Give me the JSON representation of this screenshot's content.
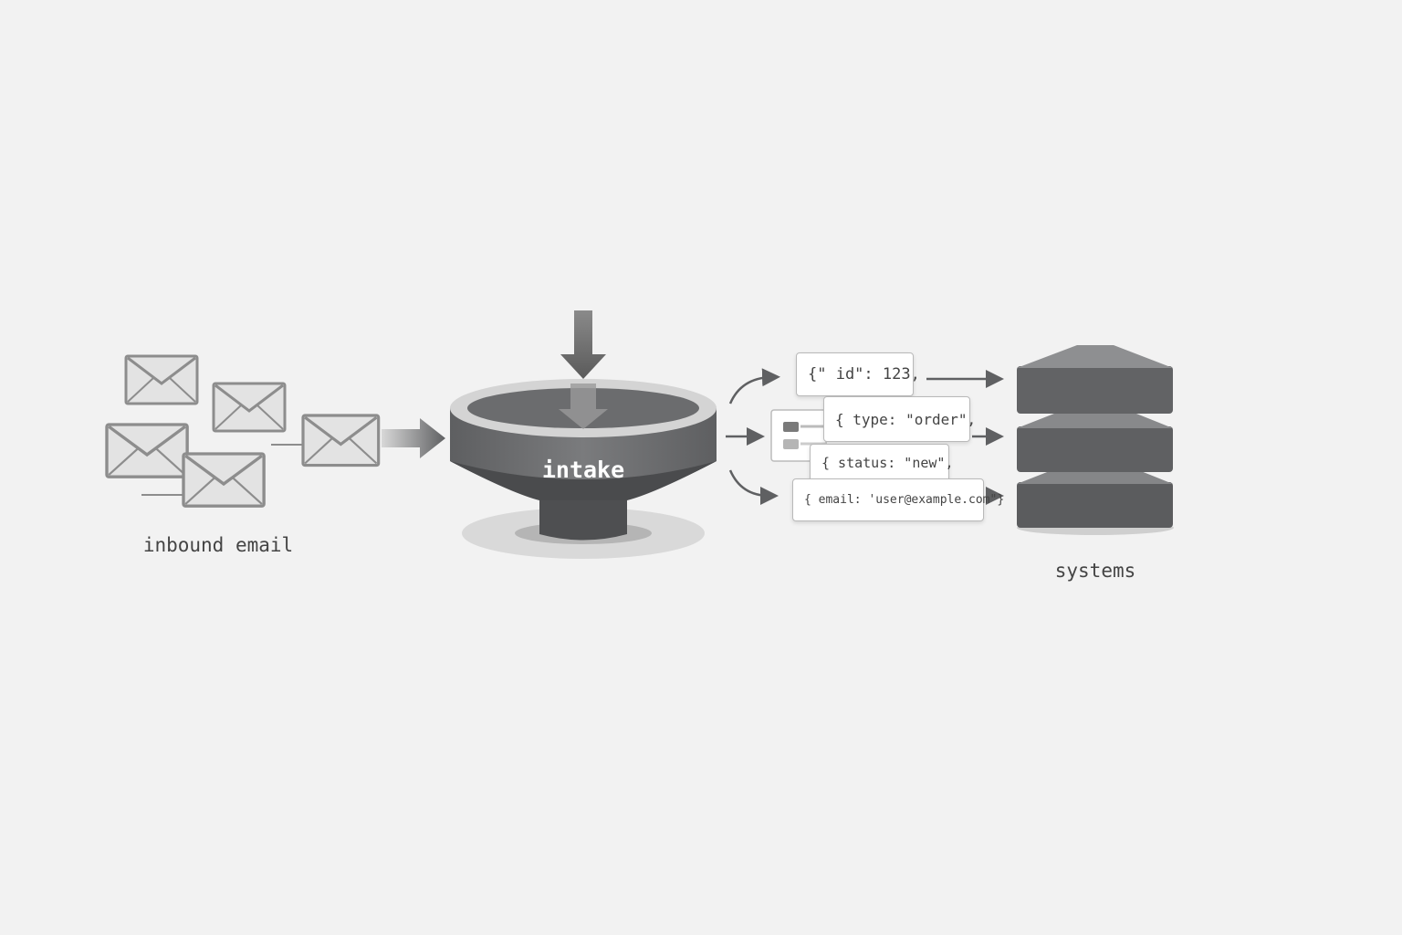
{
  "labels": {
    "inbound": "inbound email",
    "intake": "intake",
    "systems": "systems"
  },
  "json_cards": [
    "{\" id\": 123,",
    "{ type: \"order\",",
    "{ status: \"new\",",
    "{ email: 'user@example.com\"}"
  ],
  "colors": {
    "background": "#f2f2f2",
    "dark_gray": "#5f6062",
    "envelope_fill": "#e3e3e3",
    "envelope_stroke": "#8d8d8d"
  }
}
